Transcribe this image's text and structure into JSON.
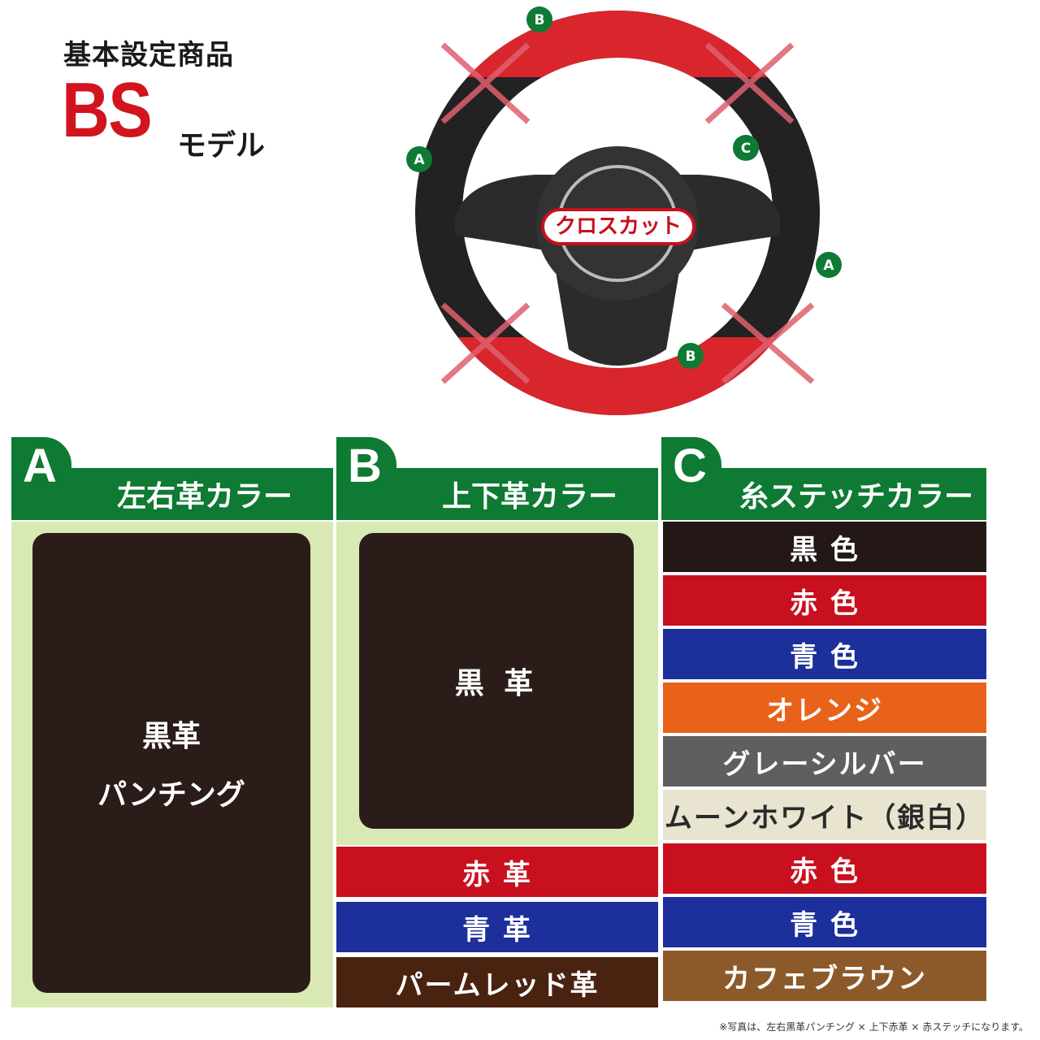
{
  "header": {
    "kihon_label": "基本設定商品",
    "model_code": "BS",
    "model_label": "モデル"
  },
  "wheel": {
    "center_badge": "クロスカット",
    "pins": [
      "B",
      "A",
      "C",
      "A",
      "B"
    ],
    "colors": {
      "red": "#d8262c",
      "black": "#222222",
      "pin_green": "#0e7a33"
    }
  },
  "columns": [
    {
      "letter": "A",
      "title": "左右革カラー"
    },
    {
      "letter": "B",
      "title": "上下革カラー"
    },
    {
      "letter": "C",
      "title": "糸ステッチカラー"
    }
  ],
  "col_a": {
    "line1": "黒革",
    "line2": "パンチング"
  },
  "col_b": {
    "card": "黒 革",
    "rows": [
      {
        "label": "赤 革",
        "color": "#c8101e"
      },
      {
        "label": "青 革",
        "color": "#1c2f9a"
      },
      {
        "label": "パームレッド革",
        "color": "#4a2210"
      }
    ]
  },
  "col_c": {
    "rows": [
      {
        "label": "黒 色",
        "color": "#231816",
        "text": "#ffffff"
      },
      {
        "label": "赤 色",
        "color": "#c8101e",
        "text": "#ffffff"
      },
      {
        "label": "青 色",
        "color": "#1c2f9a",
        "text": "#ffffff"
      },
      {
        "label": "オレンジ",
        "color": "#e8621a",
        "text": "#ffffff"
      },
      {
        "label": "グレーシルバー",
        "color": "#5f5f61",
        "text": "#ffffff"
      },
      {
        "label": "ムーンホワイト（銀白）",
        "color": "#e9e4cf",
        "text": "#2a2a2a"
      },
      {
        "label": "赤 色",
        "color": "#c8101e",
        "text": "#ffffff"
      },
      {
        "label": "青 色",
        "color": "#1c2f9a",
        "text": "#ffffff"
      },
      {
        "label": "カフェブラウン",
        "color": "#8c5a2a",
        "text": "#ffffff"
      }
    ]
  },
  "footnote": "※写真は、左右黒革パンチング × 上下赤革 × 赤ステッチになります。"
}
